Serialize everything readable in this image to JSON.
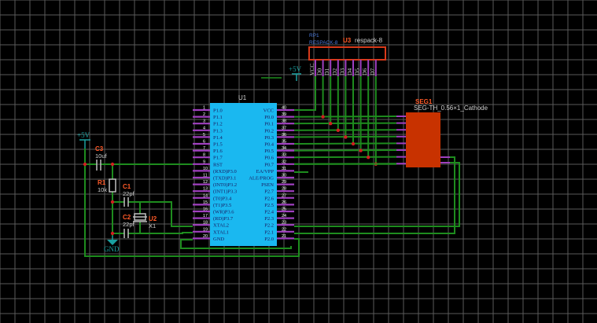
{
  "schematic": {
    "background": "#000000",
    "grid_color": "#5a5a5a",
    "wire_color": "#1e8c1e",
    "pin_color": "#a040c0",
    "chip_fill": "#1ab8f0",
    "seg_fill": "#c83200",
    "label_color": "#ff5a28",
    "power_color": "#1aa0a0"
  },
  "u1": {
    "ref": "U1",
    "left_pins": [
      {
        "num": "1",
        "name": "P1.0"
      },
      {
        "num": "2",
        "name": "P1.1"
      },
      {
        "num": "3",
        "name": "P1.2"
      },
      {
        "num": "4",
        "name": "P1.3"
      },
      {
        "num": "5",
        "name": "P1.4"
      },
      {
        "num": "6",
        "name": "P1.5"
      },
      {
        "num": "7",
        "name": "P1.6"
      },
      {
        "num": "8",
        "name": "P1.7"
      },
      {
        "num": "9",
        "name": "RST"
      },
      {
        "num": "10",
        "name": "(RXD)P3.0"
      },
      {
        "num": "11",
        "name": "(TXD)P3.1"
      },
      {
        "num": "12",
        "name": "(INT0)P3.2"
      },
      {
        "num": "13",
        "name": "(INT1)P3.3"
      },
      {
        "num": "14",
        "name": "(T0)P3.4"
      },
      {
        "num": "15",
        "name": "(T1)P3.5"
      },
      {
        "num": "16",
        "name": "(WR)P3.6"
      },
      {
        "num": "17",
        "name": "(RD)P3.7"
      },
      {
        "num": "18",
        "name": "XTAL2"
      },
      {
        "num": "19",
        "name": "XTAL1"
      },
      {
        "num": "20",
        "name": "GND"
      }
    ],
    "right_pins": [
      {
        "num": "40",
        "name": "VCC"
      },
      {
        "num": "39",
        "name": "P0.0"
      },
      {
        "num": "38",
        "name": "P0.1"
      },
      {
        "num": "37",
        "name": "P0.2"
      },
      {
        "num": "36",
        "name": "P0.3"
      },
      {
        "num": "35",
        "name": "P0.4"
      },
      {
        "num": "34",
        "name": "P0.5"
      },
      {
        "num": "33",
        "name": "P0.6"
      },
      {
        "num": "32",
        "name": "P0.7"
      },
      {
        "num": "31",
        "name": "EA/VPP"
      },
      {
        "num": "30",
        "name": "ALE/PROG"
      },
      {
        "num": "29",
        "name": "PSEN"
      },
      {
        "num": "28",
        "name": "P2.7"
      },
      {
        "num": "27",
        "name": "P2.6"
      },
      {
        "num": "26",
        "name": "P2.5"
      },
      {
        "num": "25",
        "name": "P2.4"
      },
      {
        "num": "24",
        "name": "P2.3"
      },
      {
        "num": "23",
        "name": "P2.2"
      },
      {
        "num": "22",
        "name": "P2.1"
      },
      {
        "num": "21",
        "name": "P2.0"
      }
    ]
  },
  "u3": {
    "ref": "U3",
    "value": "respack-8",
    "rp_ref": "RP1",
    "rp_value": "RESPACK-8",
    "pins": [
      "VCC",
      "D0",
      "D1",
      "D2",
      "D3",
      "D4",
      "D5",
      "D6",
      "D7"
    ]
  },
  "seg1": {
    "ref": "SEG1",
    "value": "SEG-TH_0.56×1_Cathode"
  },
  "c3": {
    "ref": "C3",
    "value": "10uf"
  },
  "r1": {
    "ref": "R1",
    "value": "10k"
  },
  "c1": {
    "ref": "C1",
    "value": "22pf"
  },
  "c2": {
    "ref": "C2",
    "value": "22pf"
  },
  "u2": {
    "ref": "U2",
    "value": "X1"
  },
  "power": {
    "plus5v_top": "+5V",
    "plus5v_left": "+5V",
    "gnd": "GND"
  }
}
